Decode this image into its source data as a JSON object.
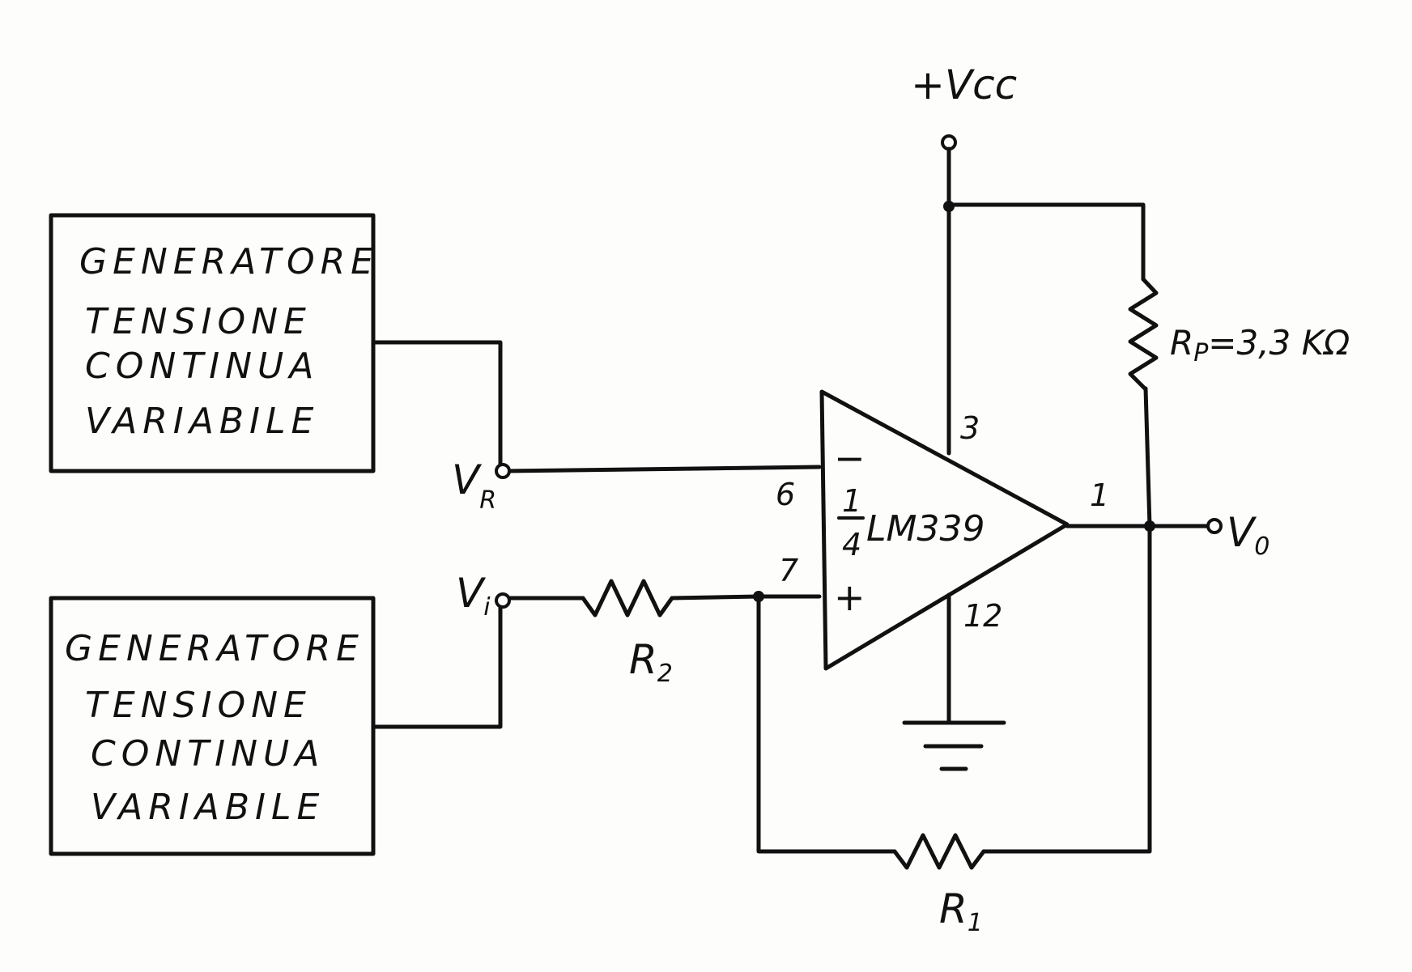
{
  "supply": {
    "label": "+Vcc"
  },
  "generator_top": {
    "lines": [
      "GENERATORE",
      "TENSIONE",
      "CONTINUA",
      "VARIABILE"
    ]
  },
  "generator_bottom": {
    "lines": [
      "GENERATORE",
      "TENSIONE",
      "CONTINUA",
      "VARIABILE"
    ]
  },
  "inputs": {
    "vr": {
      "main": "V",
      "sub": "R"
    },
    "vi": {
      "main": "V",
      "sub": "i"
    }
  },
  "output": {
    "main": "V",
    "sub": "0"
  },
  "comparator": {
    "fraction_num": "1",
    "fraction_den": "4",
    "part": "LM339",
    "minus": "−",
    "plus": "+",
    "pins": {
      "inverting": "6",
      "noninverting": "7",
      "supply": "3",
      "ground": "12",
      "output": "1"
    }
  },
  "resistors": {
    "r1": {
      "main": "R",
      "sub": "1"
    },
    "r2": {
      "main": "R",
      "sub": "2"
    },
    "rp": {
      "main": "R",
      "sub": "P",
      "value": "=3,3 KΩ"
    }
  }
}
